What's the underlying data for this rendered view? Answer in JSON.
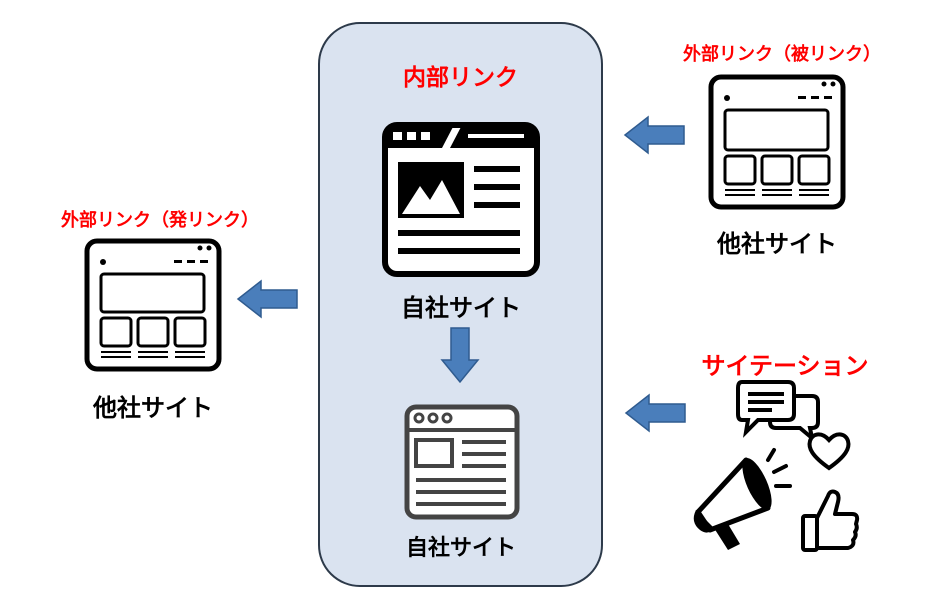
{
  "internal_link": {
    "title": "内部リンク"
  },
  "own_site_main": {
    "label": "自社サイト"
  },
  "own_site_sub": {
    "label": "自社サイト"
  },
  "inbound": {
    "title": "外部リンク（被リンク）",
    "site_label": "他社サイト"
  },
  "outbound": {
    "title": "外部リンク（発リンク）",
    "site_label": "他社サイト"
  },
  "citation": {
    "title": "サイテーション"
  },
  "colors": {
    "accent_red": "#ff0000",
    "arrow_blue": "#4a7ebb",
    "panel_bg": "#dae3f0"
  }
}
